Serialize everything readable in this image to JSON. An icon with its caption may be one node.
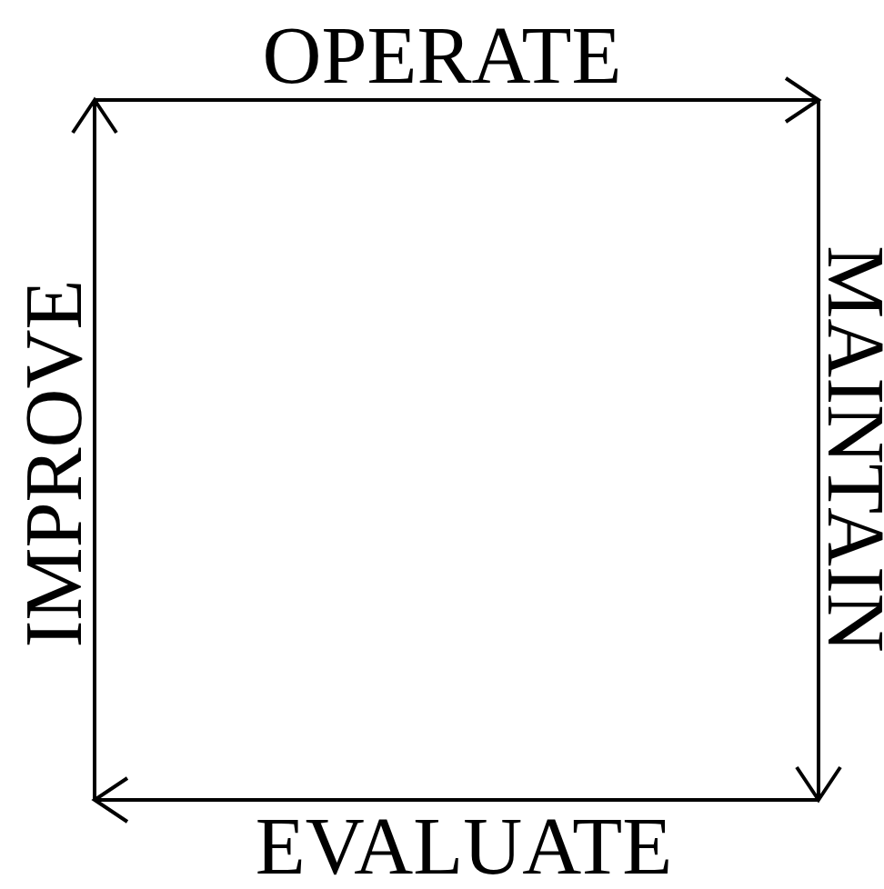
{
  "diagram": {
    "labels": [
      "OPERATE",
      "MAINTAIN",
      "EVALUATE",
      "IMPROVE"
    ]
  }
}
